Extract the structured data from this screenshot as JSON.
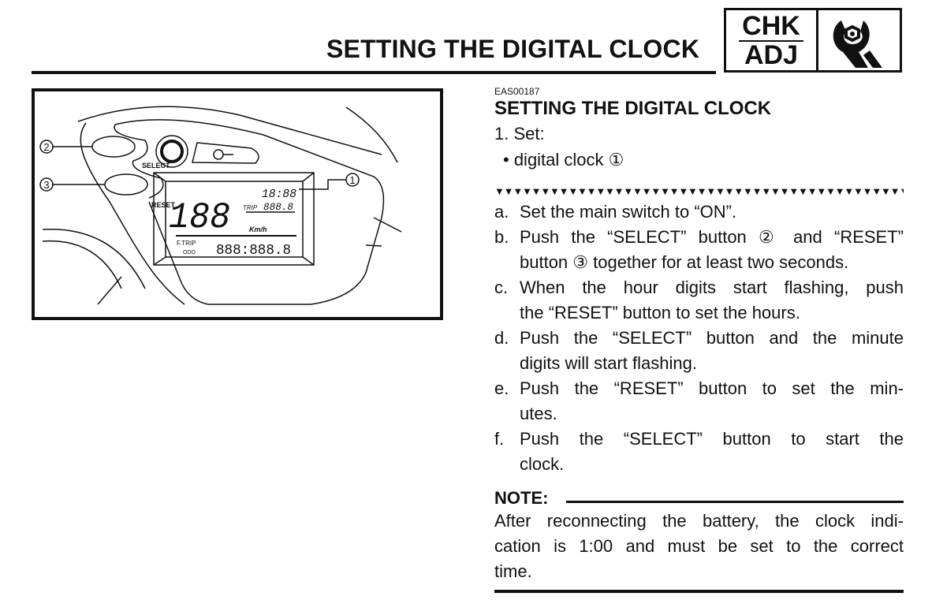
{
  "header": {
    "title": "SETTING THE DIGITAL CLOCK",
    "badge_top": "CHK",
    "badge_bottom": "ADJ",
    "badge_icon": "wrench-nut-icon"
  },
  "figure": {
    "callouts": [
      "1",
      "2",
      "3"
    ],
    "labels": {
      "select": "SELECT",
      "reset": "RESET",
      "trip": "TRIP",
      "kmh": "Km/h",
      "ftrip": "F.TRIP",
      "odo": "ODO"
    },
    "display": {
      "speed": "188",
      "clock": "18:88",
      "trip": "888.8",
      "odometer": "888:888.8"
    }
  },
  "section": {
    "code": "EAS00187",
    "heading": "SETTING THE DIGITAL CLOCK",
    "step1": "1. Set:",
    "bullet": "• digital clock ①",
    "warning_marks": "▼▼▼▼▼▼▼▼▼▼▼▼▼▼▼▼▼▼▼▼▼▼▼▼▼▼▼▼▼▼▼▼▼▼▼▼▼▼▼▼▼▼▼▼▼▼",
    "steps": [
      {
        "letter": "a.",
        "lines": [
          "Set the main switch to “ON”."
        ]
      },
      {
        "letter": "b.",
        "lines": [
          "Push the “SELECT” button ② and “RESET”",
          "button ③ together for at least two seconds."
        ]
      },
      {
        "letter": "c.",
        "lines": [
          "When the hour digits start flashing, push",
          "the “RESET” button to set the hours."
        ]
      },
      {
        "letter": "d.",
        "lines": [
          "Push the “SELECT” button and the minute",
          "digits will start flashing."
        ]
      },
      {
        "letter": "e.",
        "lines": [
          "Push the “RESET” button to set the min-",
          "utes."
        ]
      },
      {
        "letter": "f.",
        "lines": [
          "Push the “SELECT” button to start the",
          "clock."
        ]
      }
    ],
    "note_label": "NOTE:",
    "note_lines": [
      "After reconnecting the battery, the clock indi-",
      "cation is 1:00 and must be set to the correct",
      "time."
    ]
  }
}
